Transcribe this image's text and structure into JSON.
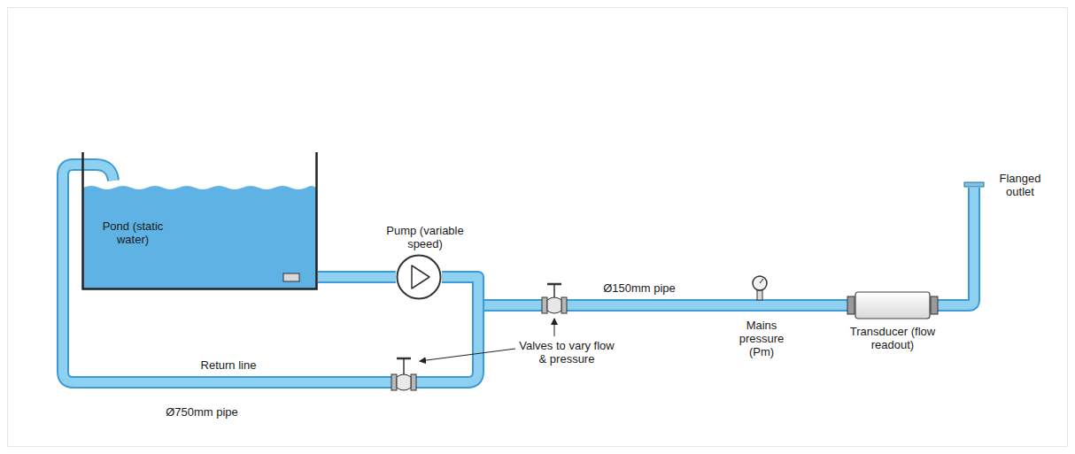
{
  "diagram": {
    "nodes": [
      {
        "text": [
          "Pond (static water)"
        ]
      },
      {
        "text": [
          "Pump (variable speed)"
        ]
      },
      {
        "text": [
          "Transducer (flow readout)"
        ]
      }
    ],
    "edges": [
      {
        "from": 0,
        "to": 1,
        "arrow": "none"
      },
      {
        "from": 1,
        "to": 2,
        "arrow": "none"
      }
    ],
    "labels": [
      "Valves to vary flow & pressure",
      "Ø150mm pipe",
      "Mains pressure (Pm)",
      "Flanged outlet",
      "Return line",
      "Ø750mm pipe"
    ]
  }
}
